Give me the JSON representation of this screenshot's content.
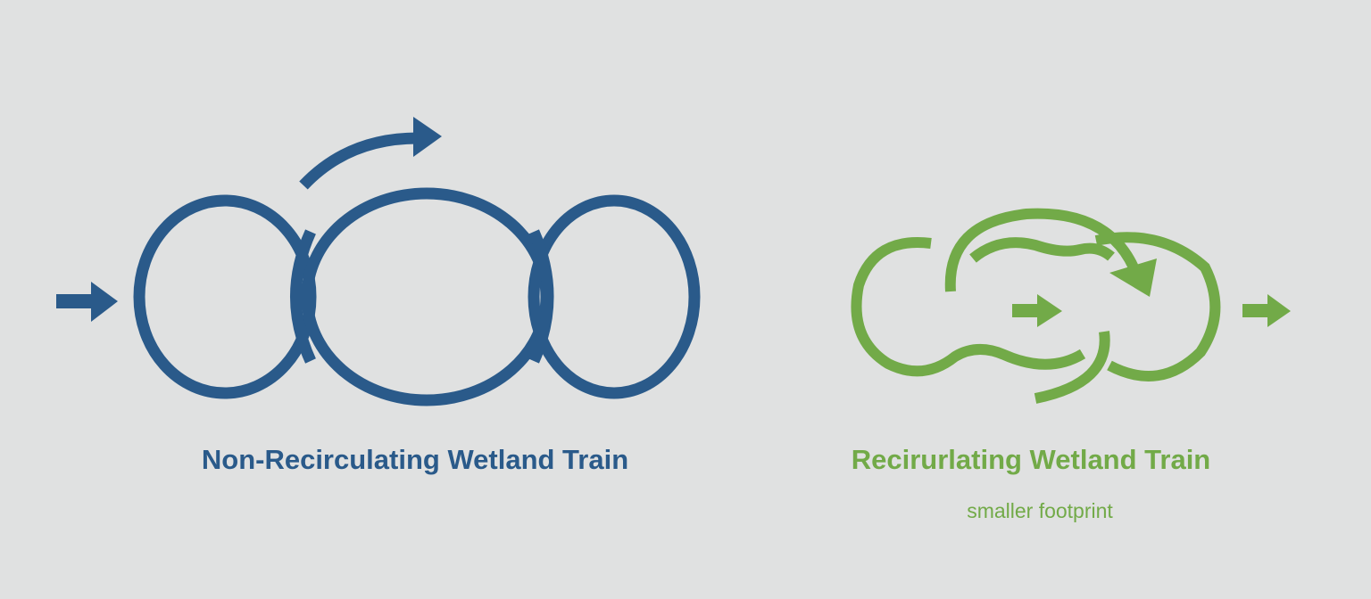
{
  "colors": {
    "non_recirculating": "#2a5a8a",
    "recirculating": "#72aa48",
    "background": "#e0e1e1"
  },
  "left_panel": {
    "title": "Non-Recirculating Wetland Train",
    "cells": 3
  },
  "right_panel": {
    "title": "Recirurlating Wetland Train",
    "subtitle": "smaller footprint"
  }
}
